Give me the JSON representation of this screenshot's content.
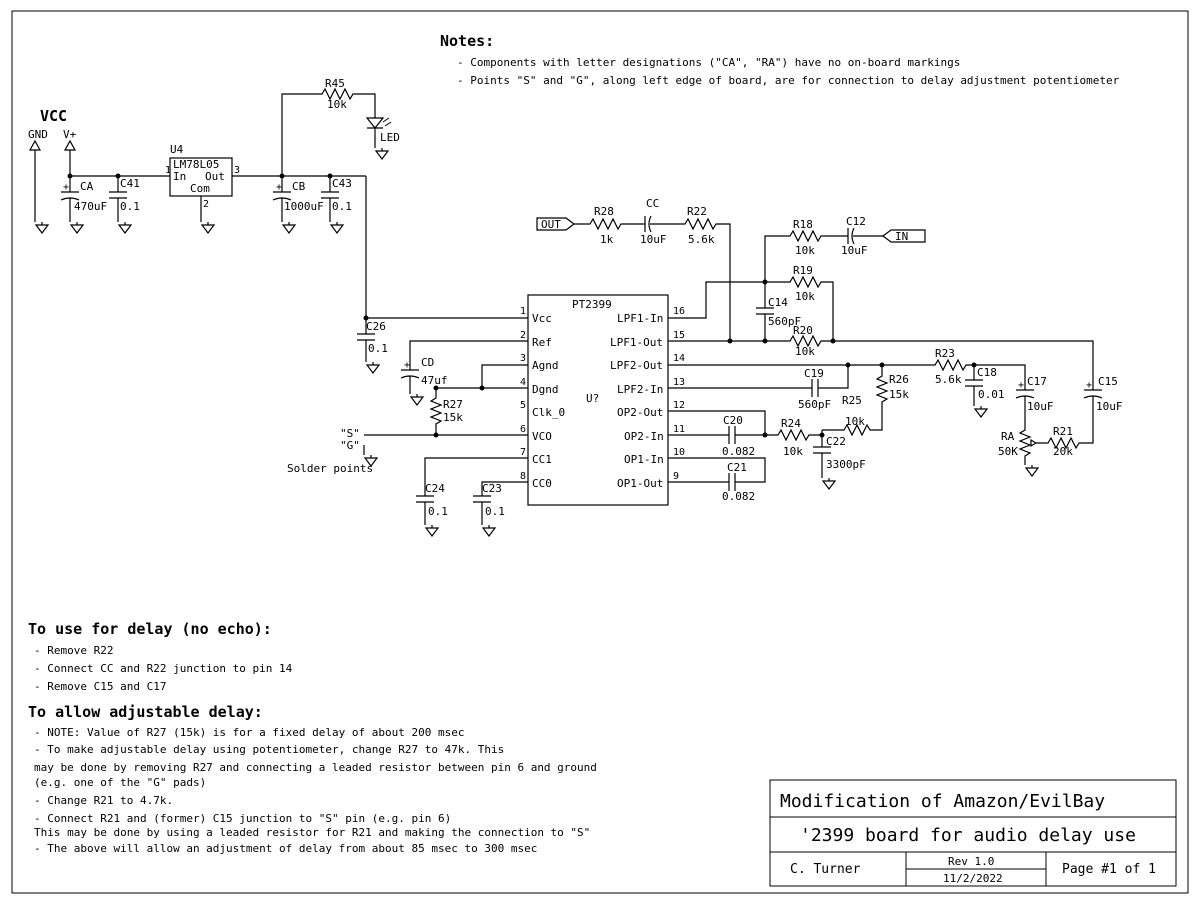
{
  "notes": {
    "heading": "Notes:",
    "lines": [
      "- Components with letter designations (\"CA\", \"RA\") have no on-board markings",
      "- Points \"S\" and \"G\", along left edge of board, are for connection to delay adjustment potentiometer"
    ]
  },
  "power": {
    "vcc": "VCC",
    "gnd": "GND",
    "vplus": "V+"
  },
  "regulator": {
    "ref": "U4",
    "part": "LM78L05",
    "in": "In",
    "out": "Out",
    "com": "Com",
    "pin_in": "1",
    "pin_out": "3",
    "pin_com": "2"
  },
  "ic": {
    "name": "PT2399",
    "ref": "U?",
    "left_pins": [
      {
        "num": "1",
        "name": "Vcc"
      },
      {
        "num": "2",
        "name": "Ref"
      },
      {
        "num": "3",
        "name": "Agnd"
      },
      {
        "num": "4",
        "name": "Dgnd"
      },
      {
        "num": "5",
        "name": "Clk_0"
      },
      {
        "num": "6",
        "name": "VCO"
      },
      {
        "num": "7",
        "name": "CC1"
      },
      {
        "num": "8",
        "name": "CC0"
      }
    ],
    "right_pins": [
      {
        "num": "16",
        "name": "LPF1-In"
      },
      {
        "num": "15",
        "name": "LPF1-Out"
      },
      {
        "num": "14",
        "name": "LPF2-Out"
      },
      {
        "num": "13",
        "name": "LPF2-In"
      },
      {
        "num": "12",
        "name": "OP2-Out"
      },
      {
        "num": "11",
        "name": "OP2-In"
      },
      {
        "num": "10",
        "name": "OP1-In"
      },
      {
        "num": "9",
        "name": "OP1-Out"
      }
    ]
  },
  "components": {
    "R45": {
      "ref": "R45",
      "val": "10k"
    },
    "LED": {
      "ref": "LED"
    },
    "CA": {
      "ref": "CA",
      "val": "470uF"
    },
    "C41": {
      "ref": "C41",
      "val": "0.1"
    },
    "CB": {
      "ref": "CB",
      "val": "1000uF"
    },
    "C43": {
      "ref": "C43",
      "val": "0.1"
    },
    "C26": {
      "ref": "C26",
      "val": "0.1"
    },
    "CD": {
      "ref": "CD",
      "val": "47uf"
    },
    "R27": {
      "ref": "R27",
      "val": "15k"
    },
    "C24": {
      "ref": "C24",
      "val": "0.1"
    },
    "C23": {
      "ref": "C23",
      "val": "0.1"
    },
    "R28": {
      "ref": "R28",
      "val": "1k"
    },
    "CC": {
      "ref": "CC",
      "val": "10uF"
    },
    "R22": {
      "ref": "R22",
      "val": "5.6k"
    },
    "R18": {
      "ref": "R18",
      "val": "10k"
    },
    "C12": {
      "ref": "C12",
      "val": "10uF"
    },
    "R19": {
      "ref": "R19",
      "val": "10k"
    },
    "C14": {
      "ref": "C14",
      "val": "560pF"
    },
    "R20": {
      "ref": "R20",
      "val": "10k"
    },
    "C19": {
      "ref": "C19",
      "val": "560pF"
    },
    "R25": {
      "ref": "R25",
      "val": "10k"
    },
    "R26": {
      "ref": "R26",
      "val": "15k"
    },
    "R23": {
      "ref": "R23",
      "val": "5.6k"
    },
    "C18": {
      "ref": "C18",
      "val": "0.01"
    },
    "C17": {
      "ref": "C17",
      "val": "10uF"
    },
    "C15": {
      "ref": "C15",
      "val": "10uF"
    },
    "RA": {
      "ref": "RA",
      "val": "50K"
    },
    "R21": {
      "ref": "R21",
      "val": "20k"
    },
    "C20": {
      "ref": "C20",
      "val": "0.082"
    },
    "R24": {
      "ref": "R24",
      "val": "10k"
    },
    "C22": {
      "ref": "C22",
      "val": "3300pF"
    },
    "C21": {
      "ref": "C21",
      "val": "0.082"
    }
  },
  "ports": {
    "out": "OUT",
    "in": "IN"
  },
  "solder": {
    "s": "\"S\"",
    "g": "\"G\"",
    "label": "Solder points"
  },
  "delay_section": {
    "heading": "To use for delay (no echo):",
    "lines": [
      "- Remove R22",
      "- Connect CC and R22 junction to pin 14",
      "- Remove C15 and C17"
    ]
  },
  "adjust_section": {
    "heading": "To allow adjustable delay:",
    "lines": [
      "- NOTE:  Value of R27 (15k) is for a fixed delay of about 200 msec",
      "- To make adjustable delay using potentiometer, change R27 to 47k.  This",
      "  may be done by removing R27 and connecting a leaded resistor between pin 6 and ground",
      " (e.g. one of the \"G\" pads)",
      "- Change R21 to 4.7k.",
      "- Connect R21 and (former) C15 junction to \"S\" pin (e.g. pin 6)",
      "  This may be done by using a leaded resistor for R21 and making the connection to \"S\"",
      "- The above will allow an adjustment of delay from about 85 msec  to 300 msec"
    ]
  },
  "title_block": {
    "title": "Modification of Amazon/EvilBay",
    "subtitle": "'2399 board for audio delay use",
    "author": "C. Turner",
    "rev": "Rev 1.0",
    "date": "11/2/2022",
    "page": "Page #1 of 1"
  }
}
